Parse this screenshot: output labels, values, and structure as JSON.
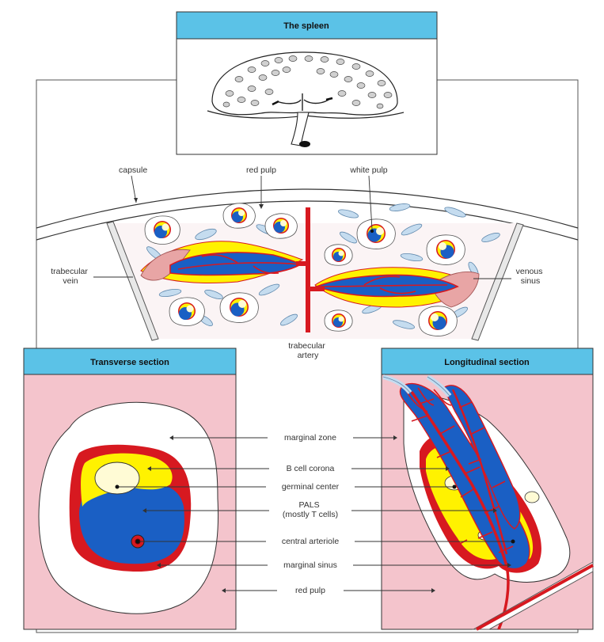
{
  "colors": {
    "header_blue": "#5bc2e7",
    "blood_red": "#d71920",
    "lymph_blue": "#1a5fc4",
    "b_cell_yellow": "#fff200",
    "germinal_cream": "#fffbd5",
    "red_pulp_pink": "#f4c4cc",
    "sinus_light_blue": "#c5dcef",
    "vein_pink": "#e8a5a5"
  },
  "top_panel": {
    "title": "The spleen"
  },
  "overview": {
    "labels": {
      "capsule": "capsule",
      "red_pulp": "red pulp",
      "white_pulp": "white pulp",
      "trabecular_vein": [
        "trabecular",
        "vein"
      ],
      "venous_sinus": [
        "venous",
        "sinus"
      ],
      "trabecular_artery": [
        "trabecular",
        "artery"
      ]
    }
  },
  "transverse": {
    "title": "Transverse section"
  },
  "longitudinal": {
    "title": "Longitudinal section"
  },
  "center_labels": {
    "marginal_zone": "marginal zone",
    "b_cell_corona": "B cell corona",
    "germinal_center": "germinal center",
    "pals": [
      "PALS",
      "(mostly T cells)"
    ],
    "central_arteriole": "central arteriole",
    "marginal_sinus": "marginal sinus",
    "red_pulp": "red pulp"
  }
}
